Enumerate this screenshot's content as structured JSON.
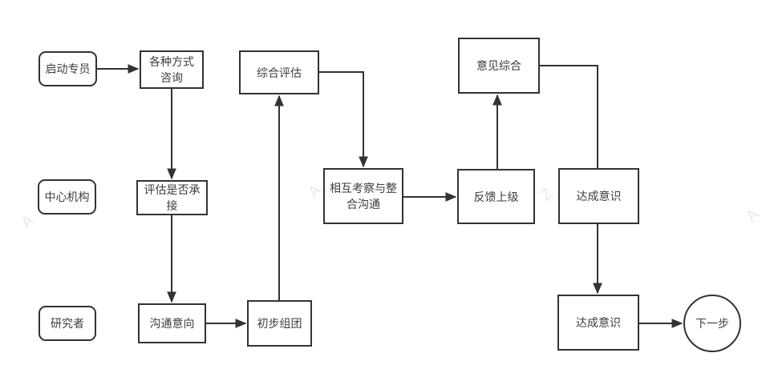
{
  "diagram": {
    "type": "flowchart",
    "lanes": {
      "initiator": {
        "label": "启动专员"
      },
      "center_org": {
        "label": "中心机构"
      },
      "researcher": {
        "label": "研究者"
      }
    },
    "nodes": {
      "consult": {
        "label": "各种方式咨询"
      },
      "evaluate": {
        "label": "综合评估"
      },
      "opinion": {
        "label": "意见综合"
      },
      "assess": {
        "label": "评估是否承接"
      },
      "inspect": {
        "label": "相互考察与整合沟通"
      },
      "feedback": {
        "label": "反馈上级"
      },
      "consensus_mid": {
        "label": "达成意识"
      },
      "intent": {
        "label": "沟通意向"
      },
      "group": {
        "label": "初步组团"
      },
      "consensus_bottom": {
        "label": "达成意识"
      },
      "next_step": {
        "label": "下一步"
      }
    },
    "edges": [
      {
        "from": "lane-initiator",
        "to": "consult",
        "arrow": true
      },
      {
        "from": "consult",
        "to": "assess",
        "arrow": true
      },
      {
        "from": "assess",
        "to": "intent",
        "arrow": true
      },
      {
        "from": "intent",
        "to": "group",
        "arrow": true
      },
      {
        "from": "group",
        "to": "evaluate",
        "arrow": true
      },
      {
        "from": "evaluate",
        "to": "inspect",
        "arrow": true
      },
      {
        "from": "inspect",
        "to": "feedback",
        "arrow": true
      },
      {
        "from": "feedback",
        "to": "opinion",
        "arrow": true
      },
      {
        "from": "opinion",
        "to": "consensus_mid",
        "arrow": false
      },
      {
        "from": "consensus_mid",
        "to": "consensus_bottom",
        "arrow": true
      },
      {
        "from": "consensus_bottom",
        "to": "next_step",
        "arrow": true
      }
    ],
    "colors": {
      "line": "#333333",
      "text": "#3d3d3d",
      "background": "#ffffff",
      "watermark": "#eaeaea"
    },
    "watermarks": [
      "A",
      "A",
      "Z",
      "A"
    ]
  }
}
